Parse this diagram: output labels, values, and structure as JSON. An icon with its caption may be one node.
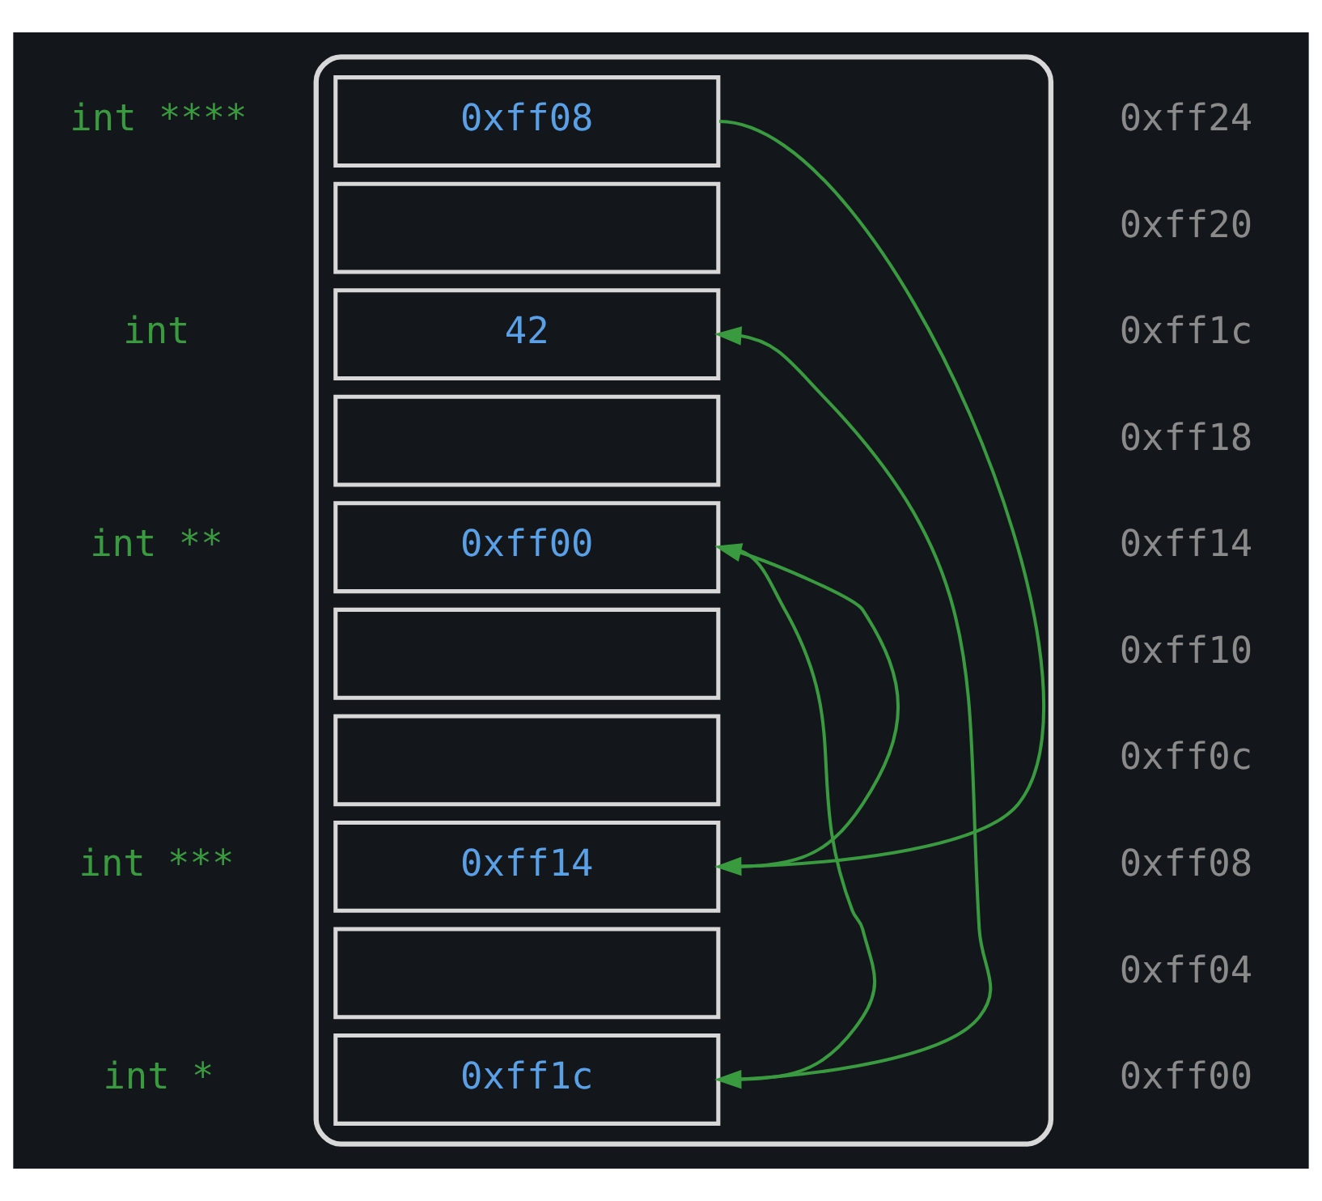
{
  "diagram": {
    "nodes": [
      {
        "text": [],
        "shape": "box"
      },
      {
        "text": [
          "0xff08"
        ],
        "in": 0
      },
      {
        "text": [],
        "shape": "box",
        "in": 0
      },
      {
        "text": [
          "42"
        ],
        "in": 0
      },
      {
        "text": [],
        "shape": "box",
        "in": 0
      },
      {
        "text": [
          "0xff00"
        ],
        "in": 0
      },
      {
        "text": [],
        "shape": "box",
        "in": 0
      },
      {
        "text": [],
        "shape": "box",
        "in": 0
      },
      {
        "text": [
          "0xff14"
        ],
        "in": 0
      },
      {
        "text": [],
        "shape": "box",
        "in": 0
      },
      {
        "text": [
          "0xff1c"
        ],
        "in": 0
      }
    ],
    "edges": [
      {
        "from": 1,
        "to": 8,
        "arrow": "to"
      },
      {
        "from": 5,
        "to": 10,
        "arrow": "to"
      },
      {
        "from": 10,
        "to": 3,
        "arrow": "to"
      },
      {
        "from": 8,
        "to": 5,
        "arrow": "to"
      }
    ],
    "labels": [
      "int ****",
      "0xff24",
      "0xff20",
      "int",
      "0xff1c",
      "0xff18",
      "int **",
      "0xff14",
      "0xff10",
      "0xff0c",
      "int ***",
      "0xff08",
      "0xff04",
      "int *",
      "0xff00"
    ]
  }
}
